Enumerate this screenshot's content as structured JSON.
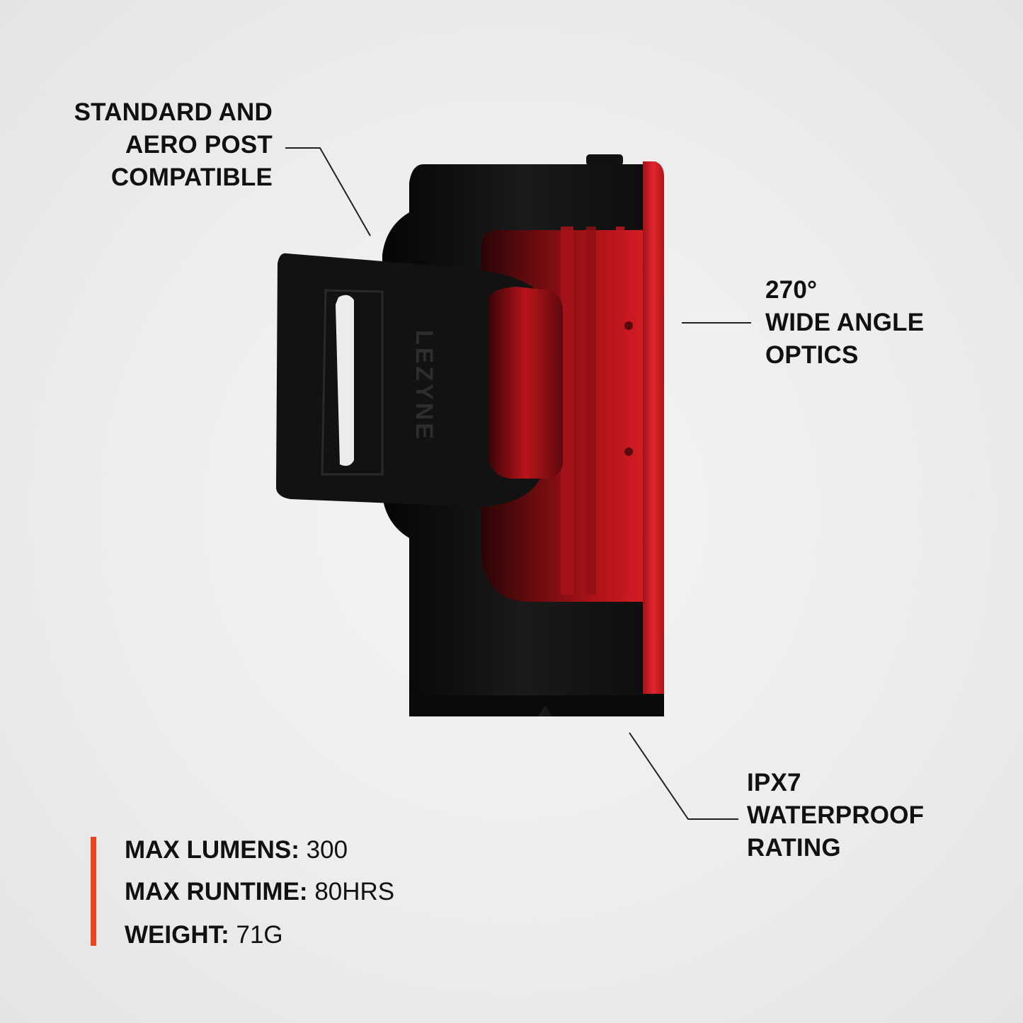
{
  "callouts": {
    "mount": [
      "STANDARD AND",
      "AERO POST",
      "COMPATIBLE"
    ],
    "optics": [
      "270°",
      "WIDE ANGLE",
      "OPTICS"
    ],
    "waterproof": [
      "IPX7",
      "WATERPROOF",
      "RATING"
    ]
  },
  "specs": [
    {
      "label": "MAX LUMENS:",
      "value": "300"
    },
    {
      "label": "MAX RUNTIME:",
      "value": "80HRS"
    },
    {
      "label": "WEIGHT:",
      "value": "71G"
    }
  ],
  "product": {
    "brand_mark": "LEZYNE",
    "colors": {
      "body": "#141414",
      "lens": "#c4161c",
      "lens_dark": "#5a0a0c",
      "accent_bar": "#e8461b"
    }
  }
}
